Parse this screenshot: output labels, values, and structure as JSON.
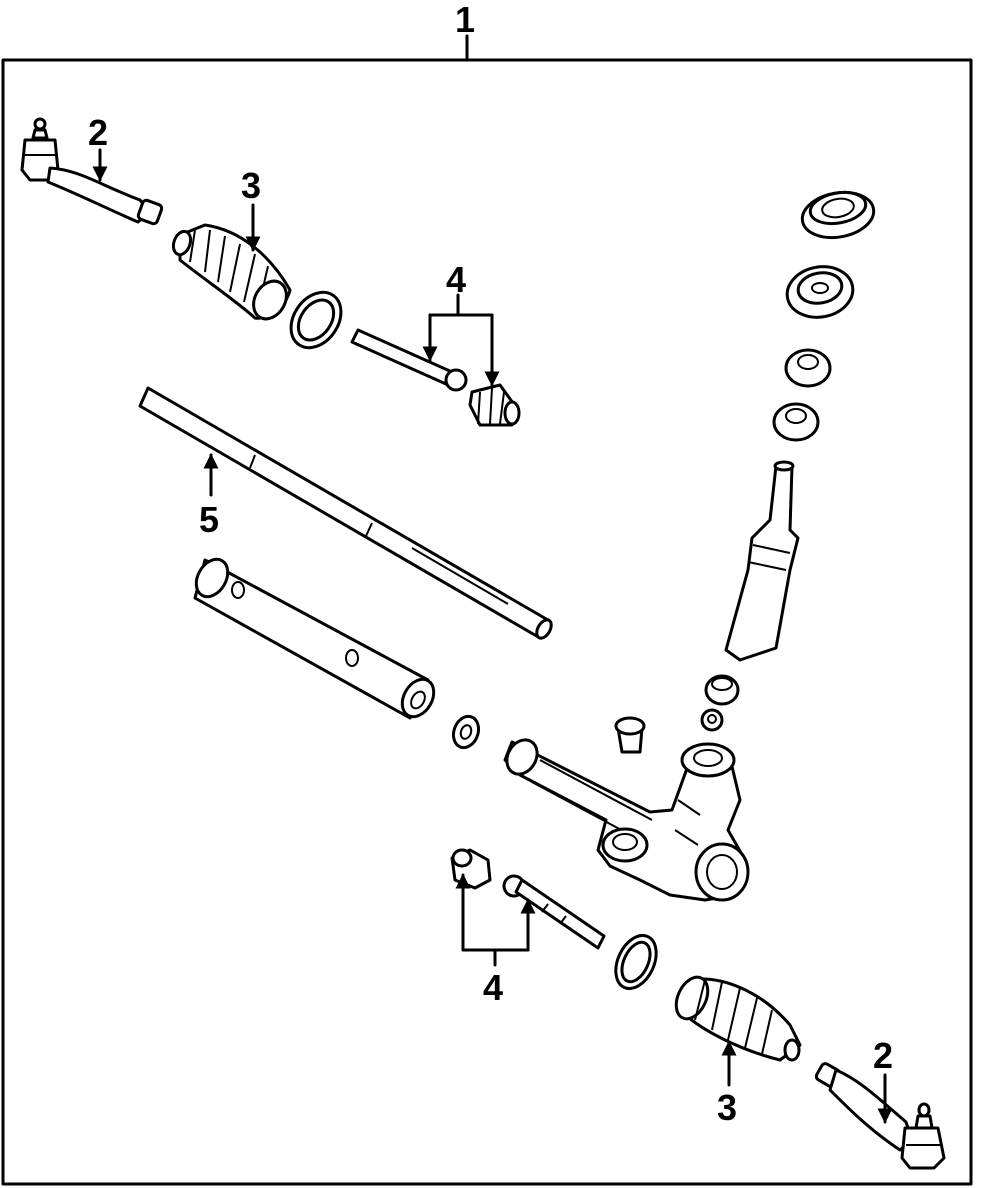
{
  "callouts": {
    "assembly": "1",
    "tie_rod_end_upper": "2",
    "tie_rod_end_lower": "2",
    "boot_upper": "3",
    "boot_lower": "3",
    "inner_tie_rod_upper": "4",
    "inner_tie_rod_lower": "4",
    "rack": "5"
  }
}
